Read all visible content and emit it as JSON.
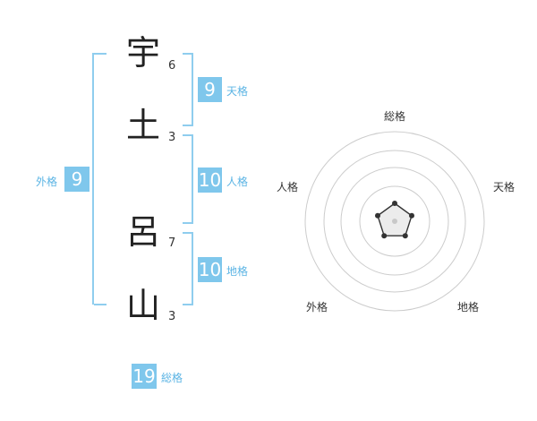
{
  "name": {
    "chars": [
      {
        "kanji": "宇",
        "strokes": "6"
      },
      {
        "kanji": "土",
        "strokes": "3"
      },
      {
        "kanji": "呂",
        "strokes": "7"
      },
      {
        "kanji": "山",
        "strokes": "3"
      }
    ]
  },
  "kaku": {
    "tenkaku": {
      "value": "9",
      "label": "天格"
    },
    "jinkaku": {
      "value": "10",
      "label": "人格"
    },
    "chikaku": {
      "value": "10",
      "label": "地格"
    },
    "gaikaku": {
      "value": "9",
      "label": "外格"
    },
    "soukaku": {
      "value": "19",
      "label": "総格"
    }
  },
  "radar": {
    "labels": {
      "top": "総格",
      "right": "天格",
      "bottom_right": "地格",
      "bottom_left": "外格",
      "left": "人格"
    },
    "levels": [
      0.2,
      0.2,
      0.2,
      0.2,
      0.2
    ]
  },
  "colors": {
    "accent": "#7fc7ec",
    "bracket": "#8fcdee"
  }
}
